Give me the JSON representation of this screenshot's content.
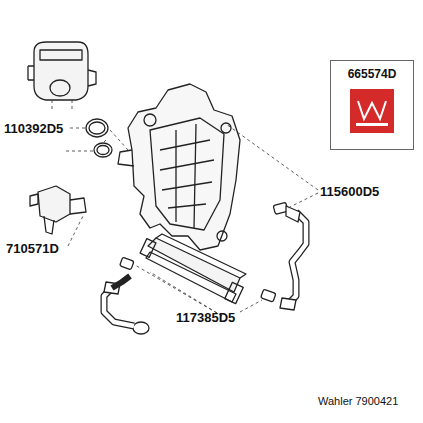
{
  "diagram": {
    "nodes": [
      {
        "text": [
          "665574D"
        ]
      }
    ],
    "labels": [
      "110392D5",
      "710571D",
      "115600D5",
      "117385D5",
      "Wahler 7900421"
    ]
  }
}
